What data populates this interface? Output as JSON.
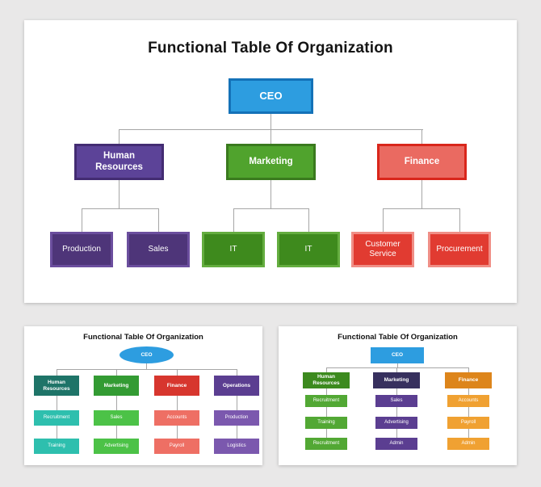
{
  "canvas": {
    "background": "#e9e8e8",
    "slide_background": "#ffffff",
    "connector_color": "#a6a6a6"
  },
  "slides": {
    "main": {
      "title": "Functional Table Of Organization",
      "ceo": {
        "label": "CEO",
        "fill": "#2d9de0",
        "border": "#1472b8"
      },
      "branches": [
        {
          "label": "Human Resources",
          "fill": "#5c4398",
          "border": "#432c72",
          "child_fill": "#4e3579",
          "child_border": "#6b4e9e",
          "children": [
            "Production",
            "Sales"
          ]
        },
        {
          "label": "Marketing",
          "fill": "#50a32d",
          "border": "#3a7a1e",
          "child_fill": "#3e8a1d",
          "child_border": "#64ad3f",
          "children": [
            "IT",
            "IT"
          ]
        },
        {
          "label": "Finance",
          "fill": "#ea6a61",
          "border": "#d9261b",
          "child_fill": "#e13b31",
          "child_border": "#f08e86",
          "children": [
            "Customer Service",
            "Procurement"
          ]
        }
      ]
    },
    "left": {
      "title": "Functional Table Of Organization",
      "ceo": {
        "label": "CEO",
        "fill": "#2d9de0"
      },
      "columns": [
        {
          "label": "Human Resources",
          "header_fill": "#1e7468",
          "item_fill": "#2ebfae",
          "items": [
            "Recruitment",
            "Training"
          ]
        },
        {
          "label": "Marketing",
          "header_fill": "#339b33",
          "item_fill": "#4cc247",
          "items": [
            "Sales",
            "Advertising"
          ]
        },
        {
          "label": "Finance",
          "header_fill": "#d7362e",
          "item_fill": "#ee6f64",
          "items": [
            "Accounts",
            "Payroll"
          ]
        },
        {
          "label": "Operations",
          "header_fill": "#5b3e91",
          "item_fill": "#7b58ae",
          "items": [
            "Production",
            "Logistics"
          ]
        }
      ]
    },
    "right": {
      "title": "Functional Table Of Organization",
      "ceo": {
        "label": "CEO",
        "fill": "#2d9de0"
      },
      "columns": [
        {
          "label": "Human Resources",
          "header_fill": "#3c8a1e",
          "item_fill": "#52a834",
          "items": [
            "Recruitment",
            "Training",
            "Recruitment"
          ]
        },
        {
          "label": "Marketing",
          "header_fill": "#37305e",
          "item_fill": "#5b3e91",
          "items": [
            "Sales",
            "Advertising",
            "Admin"
          ]
        },
        {
          "label": "Finance",
          "header_fill": "#dd851b",
          "item_fill": "#f0a132",
          "items": [
            "Accounts",
            "Payroll",
            "Admin"
          ]
        }
      ]
    }
  }
}
